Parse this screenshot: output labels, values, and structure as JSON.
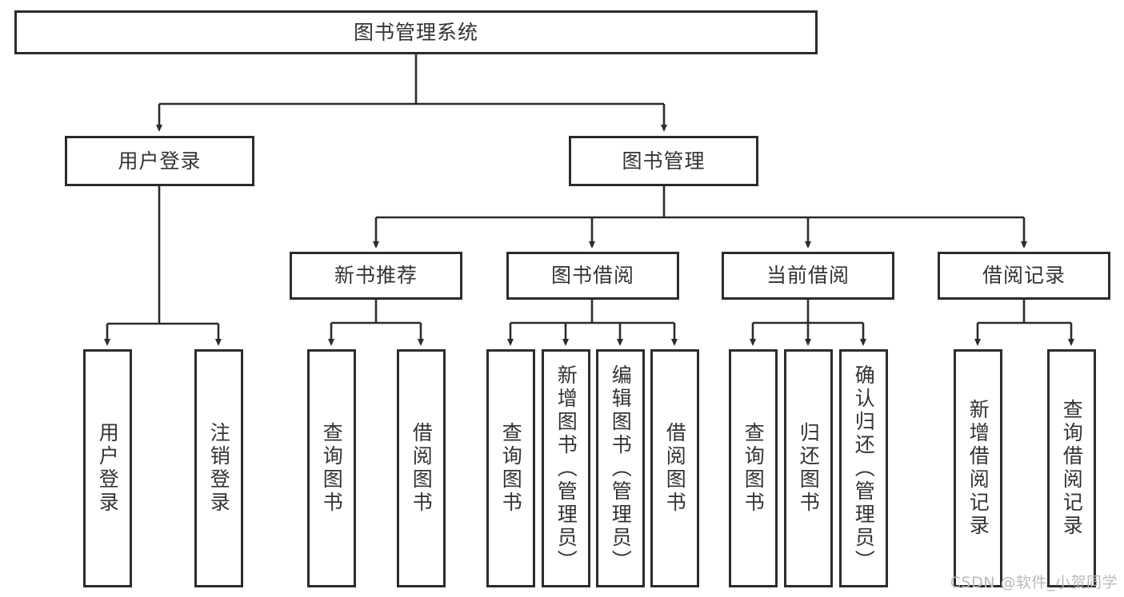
{
  "diagram": {
    "title_node": {
      "label": "图书管理系统"
    },
    "level2": [
      {
        "id": "user-login",
        "label": "用户登录"
      },
      {
        "id": "book-management",
        "label": "图书管理"
      }
    ],
    "level3": [
      {
        "id": "new-book-recommend",
        "label": "新书推荐"
      },
      {
        "id": "book-borrow",
        "label": "图书借阅"
      },
      {
        "id": "current-borrow",
        "label": "当前借阅"
      },
      {
        "id": "borrow-record",
        "label": "借阅记录"
      }
    ],
    "leaves": {
      "user_login": [
        {
          "id": "leaf-user-login",
          "label": "用户登录"
        },
        {
          "id": "leaf-logout-login",
          "label": "注销登录"
        }
      ],
      "new_book_recommend": [
        {
          "id": "leaf-query-book-1",
          "label": "查询图书"
        },
        {
          "id": "leaf-borrow-book-1",
          "label": "借阅图书"
        }
      ],
      "book_borrow": [
        {
          "id": "leaf-query-book-2",
          "label": "查询图书"
        },
        {
          "id": "leaf-add-book",
          "label": "新增图书（管理员）"
        },
        {
          "id": "leaf-edit-book",
          "label": "编辑图书（管理员）"
        },
        {
          "id": "leaf-borrow-book-2",
          "label": "借阅图书"
        }
      ],
      "current_borrow": [
        {
          "id": "leaf-query-book-3",
          "label": "查询图书"
        },
        {
          "id": "leaf-return-book",
          "label": "归还图书"
        },
        {
          "id": "leaf-confirm-return",
          "label": "确认归还（管理员）"
        }
      ],
      "borrow_record": [
        {
          "id": "leaf-add-record",
          "label": "新增借阅记录"
        },
        {
          "id": "leaf-query-record",
          "label": "查询借阅记录"
        }
      ]
    }
  },
  "watermark": {
    "text": "CSDN @软件_小贺同学"
  },
  "colors": {
    "stroke": "#2b2b2b",
    "text": "#333333",
    "background": "#ffffff",
    "watermark": "#b9b9b9"
  }
}
